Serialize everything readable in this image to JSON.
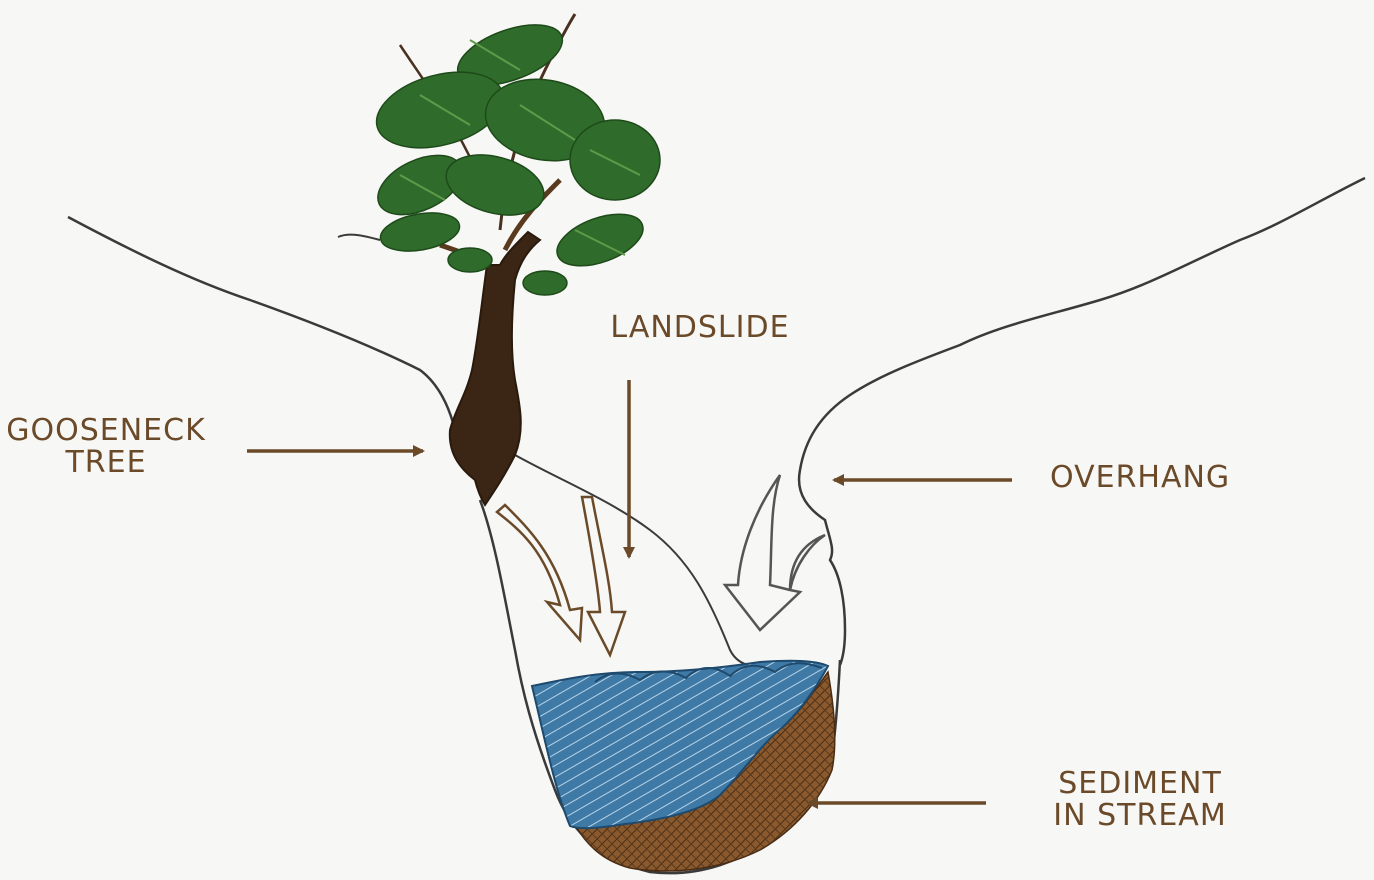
{
  "labels": {
    "gooseneck": [
      "GOOSENECK",
      "TREE"
    ],
    "landslide": "LANDSLIDE",
    "overhang": "OVERHANG",
    "sediment": [
      "SEDIMENT",
      "IN STREAM"
    ]
  },
  "colors": {
    "background": "#f7f7f5",
    "label_text": "#6b4a2a",
    "arrow": "#6b4a2a",
    "terrain_line": "#3a3a3a",
    "foliage": "#2f6b2a",
    "trunk": "#3b2514",
    "water": "#3f7aa6",
    "sediment": "#6b4422"
  }
}
